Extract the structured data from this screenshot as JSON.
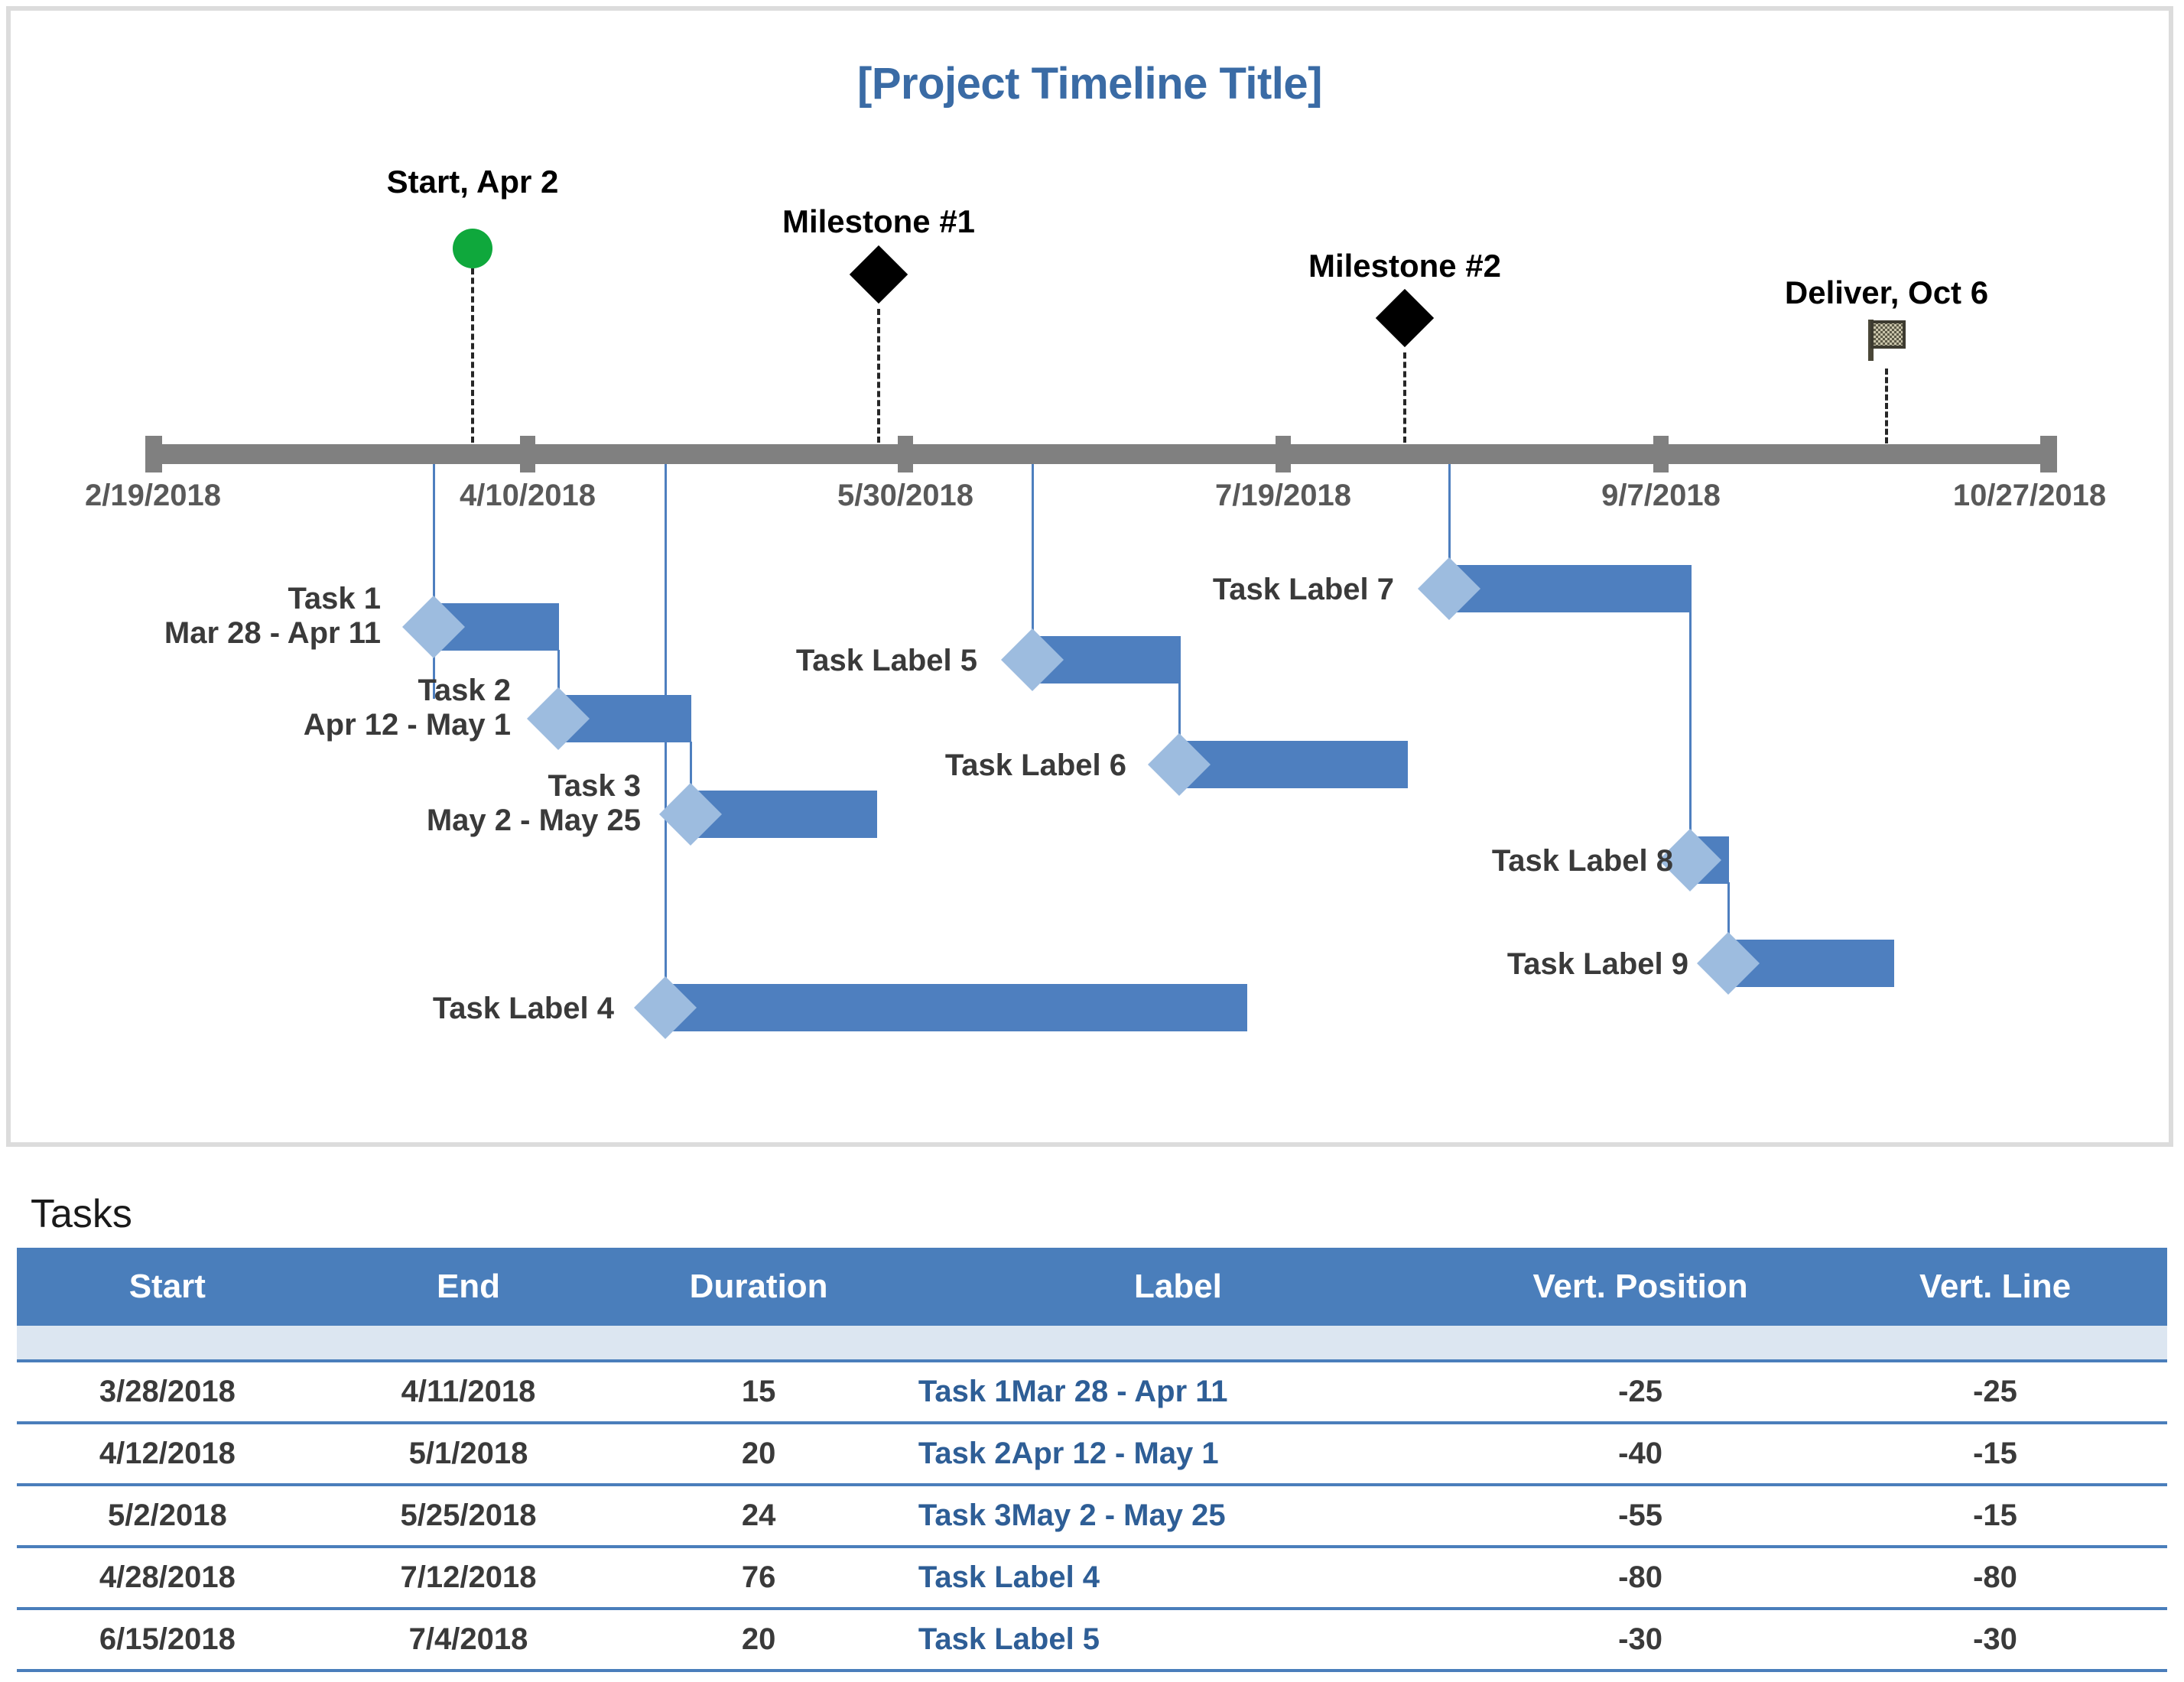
{
  "chart": {
    "title": "[Project Timeline Title]",
    "title_color": "#3a6ba5",
    "axis_color": "#808080",
    "bar_color": "#4E7FBF",
    "diamond_color": "#9DBCDF",
    "axis_dates": [
      "2/19/2018",
      "4/10/2018",
      "5/30/2018",
      "7/19/2018",
      "9/7/2018",
      "10/27/2018"
    ],
    "milestones": [
      {
        "label": "Start, Apr 2",
        "marker": "green-circle-icon",
        "color": "#0FA83C"
      },
      {
        "label": "Milestone #1",
        "marker": "black-diamond-icon",
        "color": "#000000"
      },
      {
        "label": "Milestone #2",
        "marker": "black-diamond-icon",
        "color": "#000000"
      },
      {
        "label": "Deliver, Oct 6",
        "marker": "checkered-flag-icon",
        "color": "#8A8670"
      }
    ],
    "tasks": [
      {
        "label_line1": "Task 1",
        "label_line2": "Mar 28 - Apr 11"
      },
      {
        "label_line1": "Task 2",
        "label_line2": "Apr 12 - May 1"
      },
      {
        "label_line1": "Task 3",
        "label_line2": "May 2 - May 25"
      },
      {
        "label_line1": "Task Label 4",
        "label_line2": ""
      },
      {
        "label_line1": "Task Label 5",
        "label_line2": ""
      },
      {
        "label_line1": "Task Label 6",
        "label_line2": ""
      },
      {
        "label_line1": "Task Label 7",
        "label_line2": ""
      },
      {
        "label_line1": "Task Label 8",
        "label_line2": ""
      },
      {
        "label_line1": "Task Label 9",
        "label_line2": ""
      }
    ]
  },
  "chart_data": {
    "type": "bar",
    "title": "[Project Timeline Title]",
    "xlabel": "",
    "ylabel": "",
    "grid": false,
    "legend": "none",
    "axis_ticks": [
      "2/19/2018",
      "4/10/2018",
      "5/30/2018",
      "7/19/2018",
      "9/7/2018",
      "10/27/2018"
    ],
    "x_range": [
      "2/19/2018",
      "10/27/2018"
    ],
    "categories": [
      "Task 1Mar 28 - Apr 11",
      "Task 2Apr 12 - May 1",
      "Task 3May 2 - May 25",
      "Task Label 4",
      "Task Label 5",
      "Task Label 6",
      "Task Label 7",
      "Task Label 8",
      "Task Label 9"
    ],
    "series": [
      {
        "name": "Duration (days)",
        "values": [
          15,
          20,
          24,
          76,
          20,
          null,
          null,
          null,
          null
        ]
      }
    ],
    "bars": [
      {
        "label": "Task 1Mar 28 - Apr 11",
        "start": "3/28/2018",
        "end": "4/11/2018",
        "duration": 15,
        "vert_position": -25,
        "vert_line": -25
      },
      {
        "label": "Task 2Apr 12 - May 1",
        "start": "4/12/2018",
        "end": "5/1/2018",
        "duration": 20,
        "vert_position": -40,
        "vert_line": -15
      },
      {
        "label": "Task 3May 2 - May 25",
        "start": "5/2/2018",
        "end": "5/25/2018",
        "duration": 24,
        "vert_position": -55,
        "vert_line": -15
      },
      {
        "label": "Task Label 4",
        "start": "4/28/2018",
        "end": "7/12/2018",
        "duration": 76,
        "vert_position": -80,
        "vert_line": -80
      },
      {
        "label": "Task Label 5",
        "start": "6/15/2018",
        "end": "7/4/2018",
        "duration": 20,
        "vert_position": -30,
        "vert_line": -30
      }
    ],
    "annotations": [
      {
        "text": "Start, Apr 2",
        "date": "4/2/2018",
        "marker": "circle"
      },
      {
        "text": "Milestone #1",
        "date": "5/31/2018",
        "marker": "diamond"
      },
      {
        "text": "Milestone #2",
        "date": "8/3/2018",
        "marker": "diamond"
      },
      {
        "text": "Deliver, Oct 6",
        "date": "10/6/2018",
        "marker": "flag"
      }
    ]
  },
  "table": {
    "caption": "Tasks",
    "header_color": "#4A7EBB",
    "columns": [
      "Start",
      "End",
      "Duration",
      "Label",
      "Vert. Position",
      "Vert. Line"
    ],
    "rows": [
      {
        "start": "3/28/2018",
        "end": "4/11/2018",
        "duration": "15",
        "label": "Task 1Mar 28 - Apr 11",
        "vert_position": "-25",
        "vert_line": "-25"
      },
      {
        "start": "4/12/2018",
        "end": "5/1/2018",
        "duration": "20",
        "label": "Task 2Apr 12 - May 1",
        "vert_position": "-40",
        "vert_line": "-15"
      },
      {
        "start": "5/2/2018",
        "end": "5/25/2018",
        "duration": "24",
        "label": "Task 3May 2 - May 25",
        "vert_position": "-55",
        "vert_line": "-15"
      },
      {
        "start": "4/28/2018",
        "end": "7/12/2018",
        "duration": "76",
        "label": "Task Label 4",
        "vert_position": "-80",
        "vert_line": "-80"
      },
      {
        "start": "6/15/2018",
        "end": "7/4/2018",
        "duration": "20",
        "label": "Task Label 5",
        "vert_position": "-30",
        "vert_line": "-30"
      }
    ]
  }
}
